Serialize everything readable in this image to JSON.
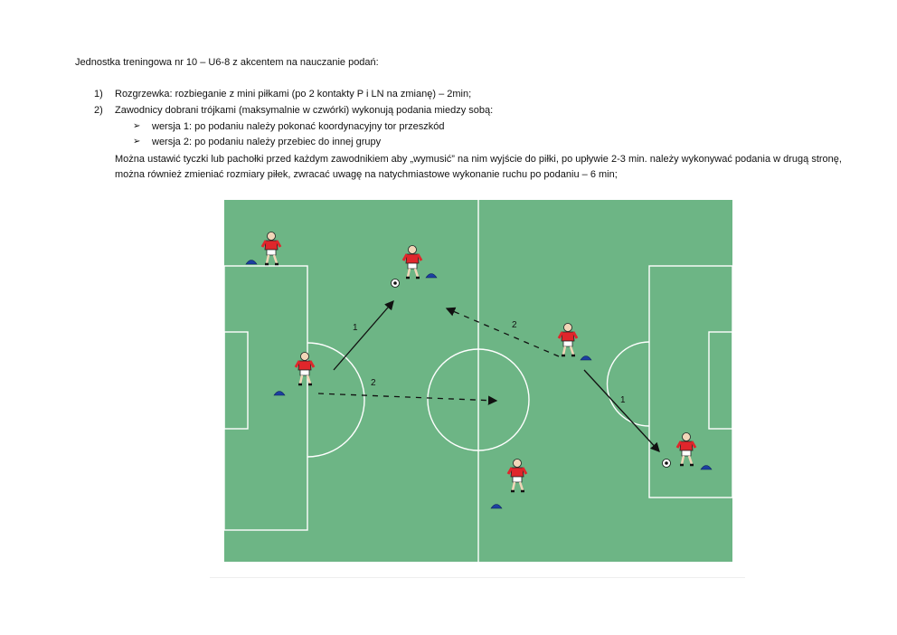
{
  "document": {
    "title": "Jednostka treningowa nr 10 – U6-8 z akcentem na nauczanie podań:",
    "items": [
      {
        "num": "1)",
        "text": "Rozgrzewka: rozbieganie z mini piłkami (po 2 kontakty P i LN na zmianę) – 2min;"
      },
      {
        "num": "2)",
        "text": "Zawodnicy dobrani trójkami (maksymalnie w czwórki) wykonują podania miedzy sobą:"
      }
    ],
    "bullets": [
      {
        "arrow": "➢",
        "text": "wersja 1: po podaniu należy pokonać koordynacyjny tor przeszkód"
      },
      {
        "arrow": "➢",
        "text": "wersja 2: po podaniu należy przebiec do innej grupy"
      }
    ],
    "paragraph": "Można ustawić tyczki lub pachołki przed każdym zawodnikiem aby „wymusić” na nim wyjście do piłki, po upływie 2-3 min. należy wykonywać podania w drugą stronę, można również zmieniać rozmiary piłek, zwracać uwagę na natychmiastowe wykonanie ruchu po podaniu – 6 min;"
  },
  "diagram": {
    "field_color": "#6db585",
    "line_color": "#ffffff",
    "player_shirt_color": "#e0262b",
    "cone_color": "#1c3fa0",
    "pass_labels": {
      "left_solid": "1",
      "left_dashed": "2",
      "right_dashed": "2",
      "right_solid": "1"
    }
  }
}
